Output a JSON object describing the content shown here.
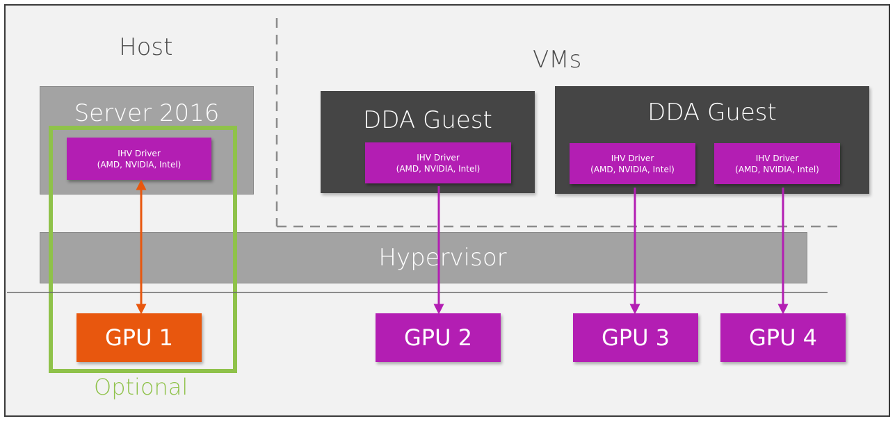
{
  "host": {
    "title": "Host",
    "server_title": "Server 2016"
  },
  "vms": {
    "title": "VMs"
  },
  "guests": [
    {
      "title": "DDA Guest"
    },
    {
      "title": "DDA Guest"
    }
  ],
  "drivers": [
    {
      "line1": "IHV Driver",
      "line2": "(AMD, NVIDIA, Intel)"
    },
    {
      "line1": "IHV Driver",
      "line2": "(AMD, NVIDIA, Intel)"
    },
    {
      "line1": "IHV Driver",
      "line2": "(AMD, NVIDIA, Intel)"
    },
    {
      "line1": "IHV Driver",
      "line2": "(AMD, NVIDIA, Intel)"
    }
  ],
  "hypervisor": {
    "label": "Hypervisor"
  },
  "gpus": [
    {
      "label": "GPU 1"
    },
    {
      "label": "GPU 2"
    },
    {
      "label": "GPU 3"
    },
    {
      "label": "GPU 4"
    }
  ],
  "optional": {
    "label": "Optional"
  },
  "colors": {
    "orange": "#e8570e",
    "magenta": "#b31eb3",
    "green": "#8fc24a",
    "gray": "#a3a3a3",
    "dark": "#454545"
  }
}
